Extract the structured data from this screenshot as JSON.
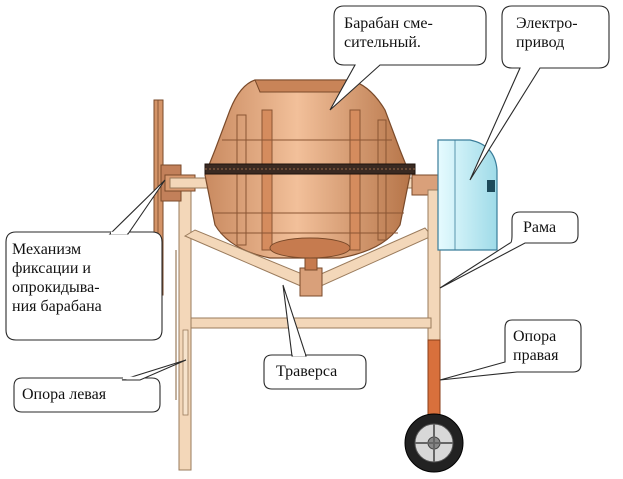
{
  "labels": {
    "drum": "Барабан сме-\nсительный.",
    "drive": "Электро-\nпривод",
    "frame": "Рама",
    "mechanism": "Механизм\nфиксации и\nопрокидыва-\nния барабана",
    "support_right": "Опора\nправая",
    "traverse": "Траверса",
    "support_left": "Опора левая"
  },
  "colors": {
    "drum": "#e3a376",
    "drum_dark": "#b7744a",
    "frame": "#f3d7b9",
    "frame_stroke": "#9a7b5c",
    "support": "#d8703c",
    "motor": "#b9ecf4",
    "motor_stroke": "#3a7d9a",
    "callout_stroke": "#2a2a2a",
    "wheel": "#222222"
  }
}
